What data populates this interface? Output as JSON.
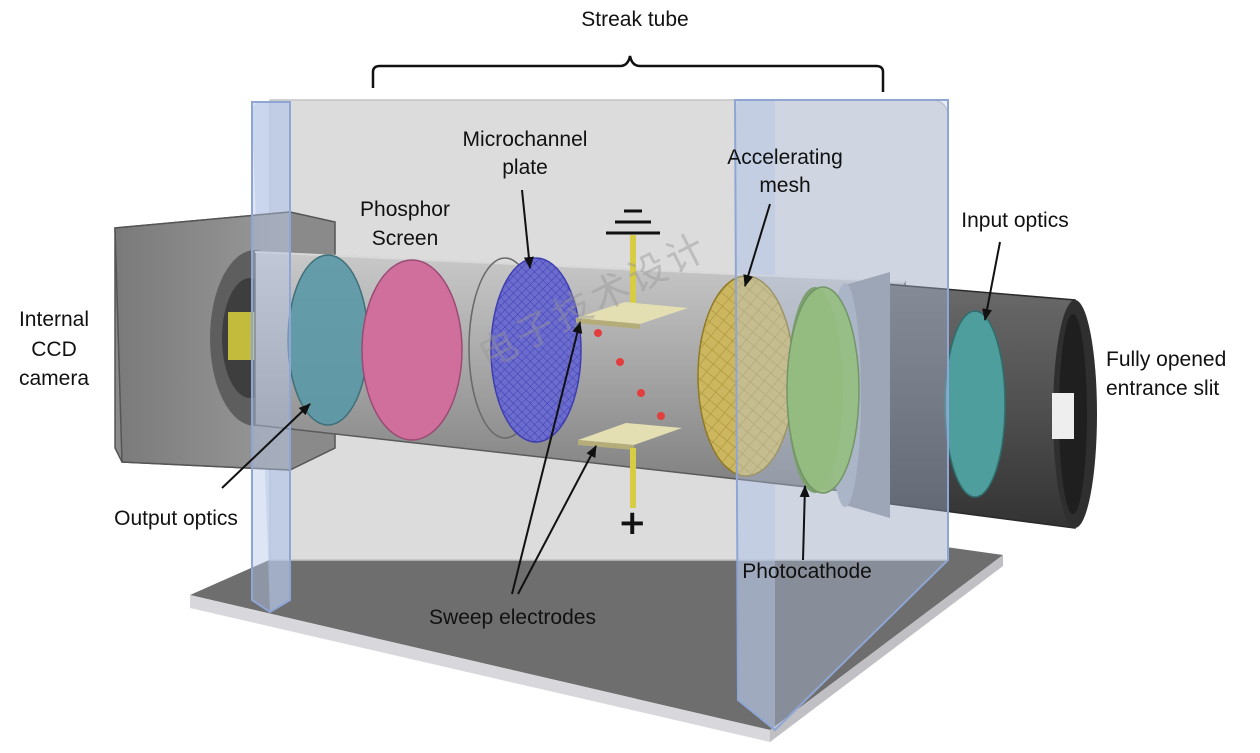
{
  "labels": {
    "streak_tube": "Streak tube",
    "microchannel_plate_line1": "Microchannel",
    "microchannel_plate_line2": "plate",
    "accelerating_mesh_line1": "Accelerating",
    "accelerating_mesh_line2": "mesh",
    "phosphor_screen_line1": "Phosphor",
    "phosphor_screen_line2": "Screen",
    "input_optics": "Input optics",
    "internal_ccd_line1": "Internal",
    "internal_ccd_line2": "CCD",
    "internal_ccd_line3": "camera",
    "entrance_slit_line1": "Fully opened",
    "entrance_slit_line2": "entrance slit",
    "output_optics": "Output optics",
    "photocathode": "Photocathode",
    "sweep_electrodes": "Sweep electrodes",
    "plus_sign": "+",
    "watermark": "电子技术设计"
  },
  "colors": {
    "tube_body": "#a3a3a3",
    "tube_dark": "#4e4e4e",
    "enclosure": "#b8c6e0",
    "enclosure_edge": "#8fa6d4",
    "floor": "#6e6e6e",
    "floor_edge": "#d8d8dc",
    "camera": "#8a8a8a",
    "output_optics": "#5b98a6",
    "phosphor": "#d06e9c",
    "mcp": "#6c6ccf",
    "accel_mesh": "#cdb660",
    "photocathode": "#86b84a",
    "input_optics": "#4f9e9e",
    "ccd_chip": "#c2bb3c",
    "electrode_rod": "#d6cd44",
    "electrode_plate": "#e4dfb2",
    "electron": "#e33e3e"
  }
}
